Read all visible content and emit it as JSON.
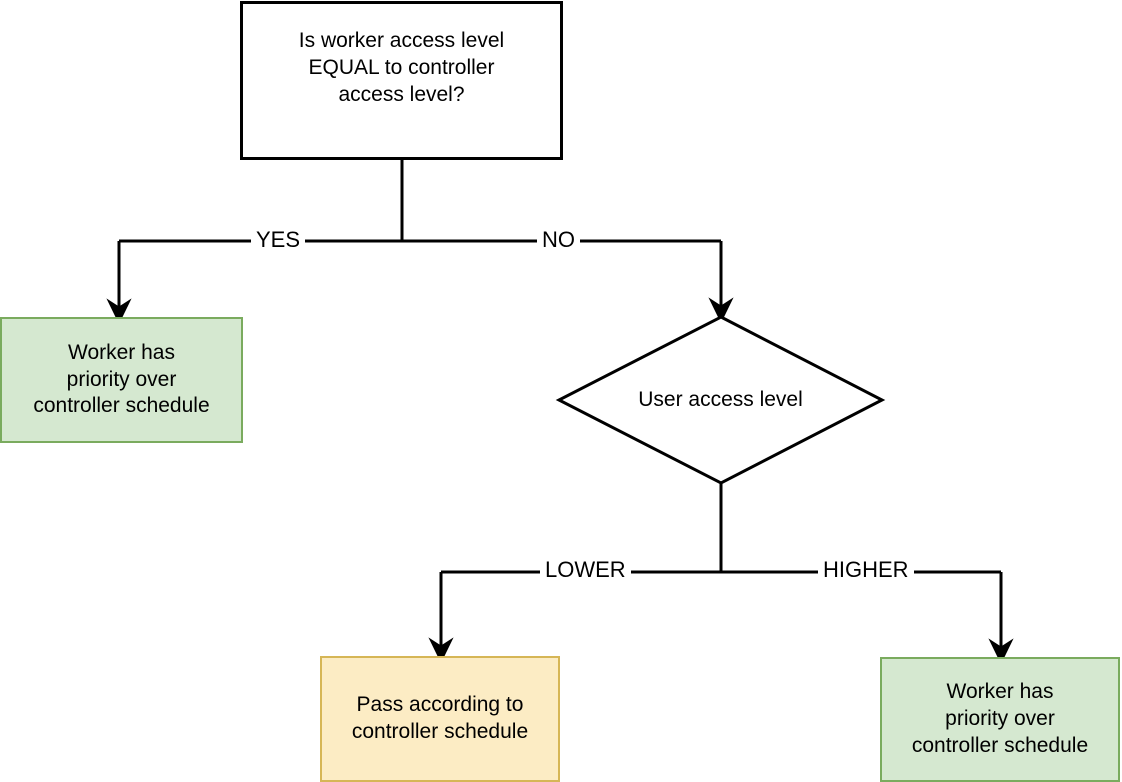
{
  "diagram": {
    "title": "Worker vs controller access level decision flow",
    "colors": {
      "line": "#000000",
      "green_fill": "#d5e8d0",
      "green_border": "#7aab5e",
      "orange_fill": "#fcecc4",
      "orange_border": "#d6b656",
      "box_fill": "#ffffff",
      "box_border": "#000000",
      "text": "#000000"
    },
    "nodes": {
      "top_question": "Is worker access level\nEQUAL to controller\naccess  level?",
      "green_left": "Worker has\npriority over\ncontroller schedule",
      "diamond": "User access level",
      "orange": "Pass according to\ncontroller schedule",
      "green_right": "Worker has\npriority over\ncontroller schedule"
    },
    "edge_labels": {
      "yes": "YES",
      "no": "NO",
      "lower": "LOWER",
      "higher": "HIGHER"
    }
  }
}
